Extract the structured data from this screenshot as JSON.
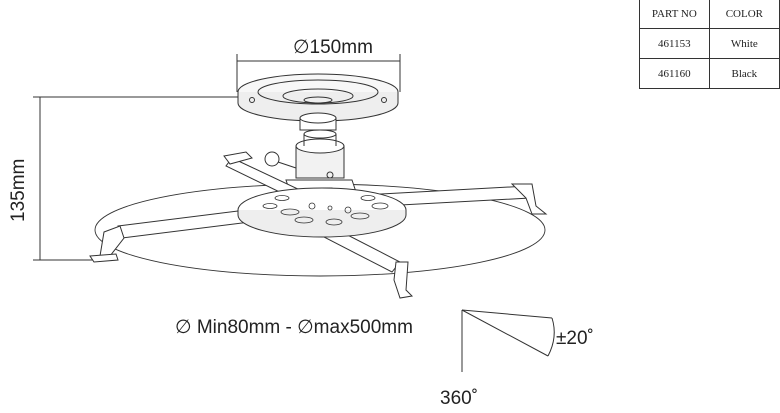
{
  "dimensions": {
    "plate_diameter": "∅150mm",
    "height": "135mm",
    "projector_range": "∅ Min80mm - ∅max500mm",
    "tilt": "±20˚",
    "rotation": "360˚"
  },
  "parts_table": {
    "headers": [
      "PART NO",
      "COLOR"
    ],
    "rows": [
      [
        "461153",
        "White"
      ],
      [
        "461160",
        "Black"
      ]
    ]
  }
}
